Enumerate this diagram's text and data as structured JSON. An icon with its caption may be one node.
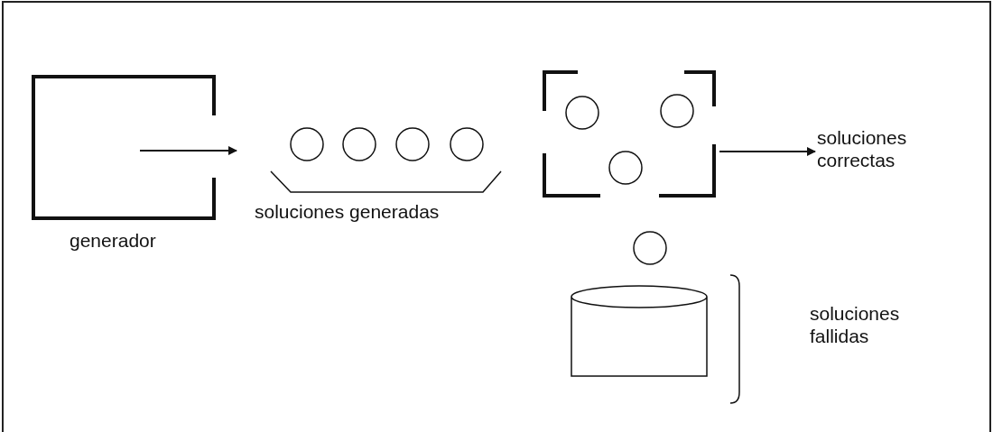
{
  "diagram": {
    "nodes": [
      {
        "text": [
          "generador"
        ]
      },
      {
        "text": [
          "soluciones generadas"
        ]
      },
      {
        "text": [],
        "shape": "circle",
        "in": 1
      },
      {
        "text": [],
        "shape": "circle",
        "in": 1
      },
      {
        "text": [],
        "shape": "circle",
        "in": 1
      },
      {
        "text": [],
        "shape": "circle",
        "in": 1
      },
      {
        "text": [],
        "shape": "box"
      },
      {
        "text": [],
        "shape": "circle",
        "in": 6
      },
      {
        "text": [],
        "shape": "circle",
        "in": 6
      },
      {
        "text": [],
        "shape": "circle",
        "in": 6
      },
      {
        "text": [
          "soluciones correctas"
        ]
      },
      {
        "text": [],
        "shape": "circle"
      },
      {
        "text": [],
        "shape": "cylinder",
        "beside": [
          "soluciones fallidas"
        ]
      }
    ],
    "edges": [
      {
        "from": 0,
        "to": 1,
        "arrow": "to"
      },
      {
        "from": 6,
        "to": 10,
        "arrow": "to"
      }
    ]
  }
}
